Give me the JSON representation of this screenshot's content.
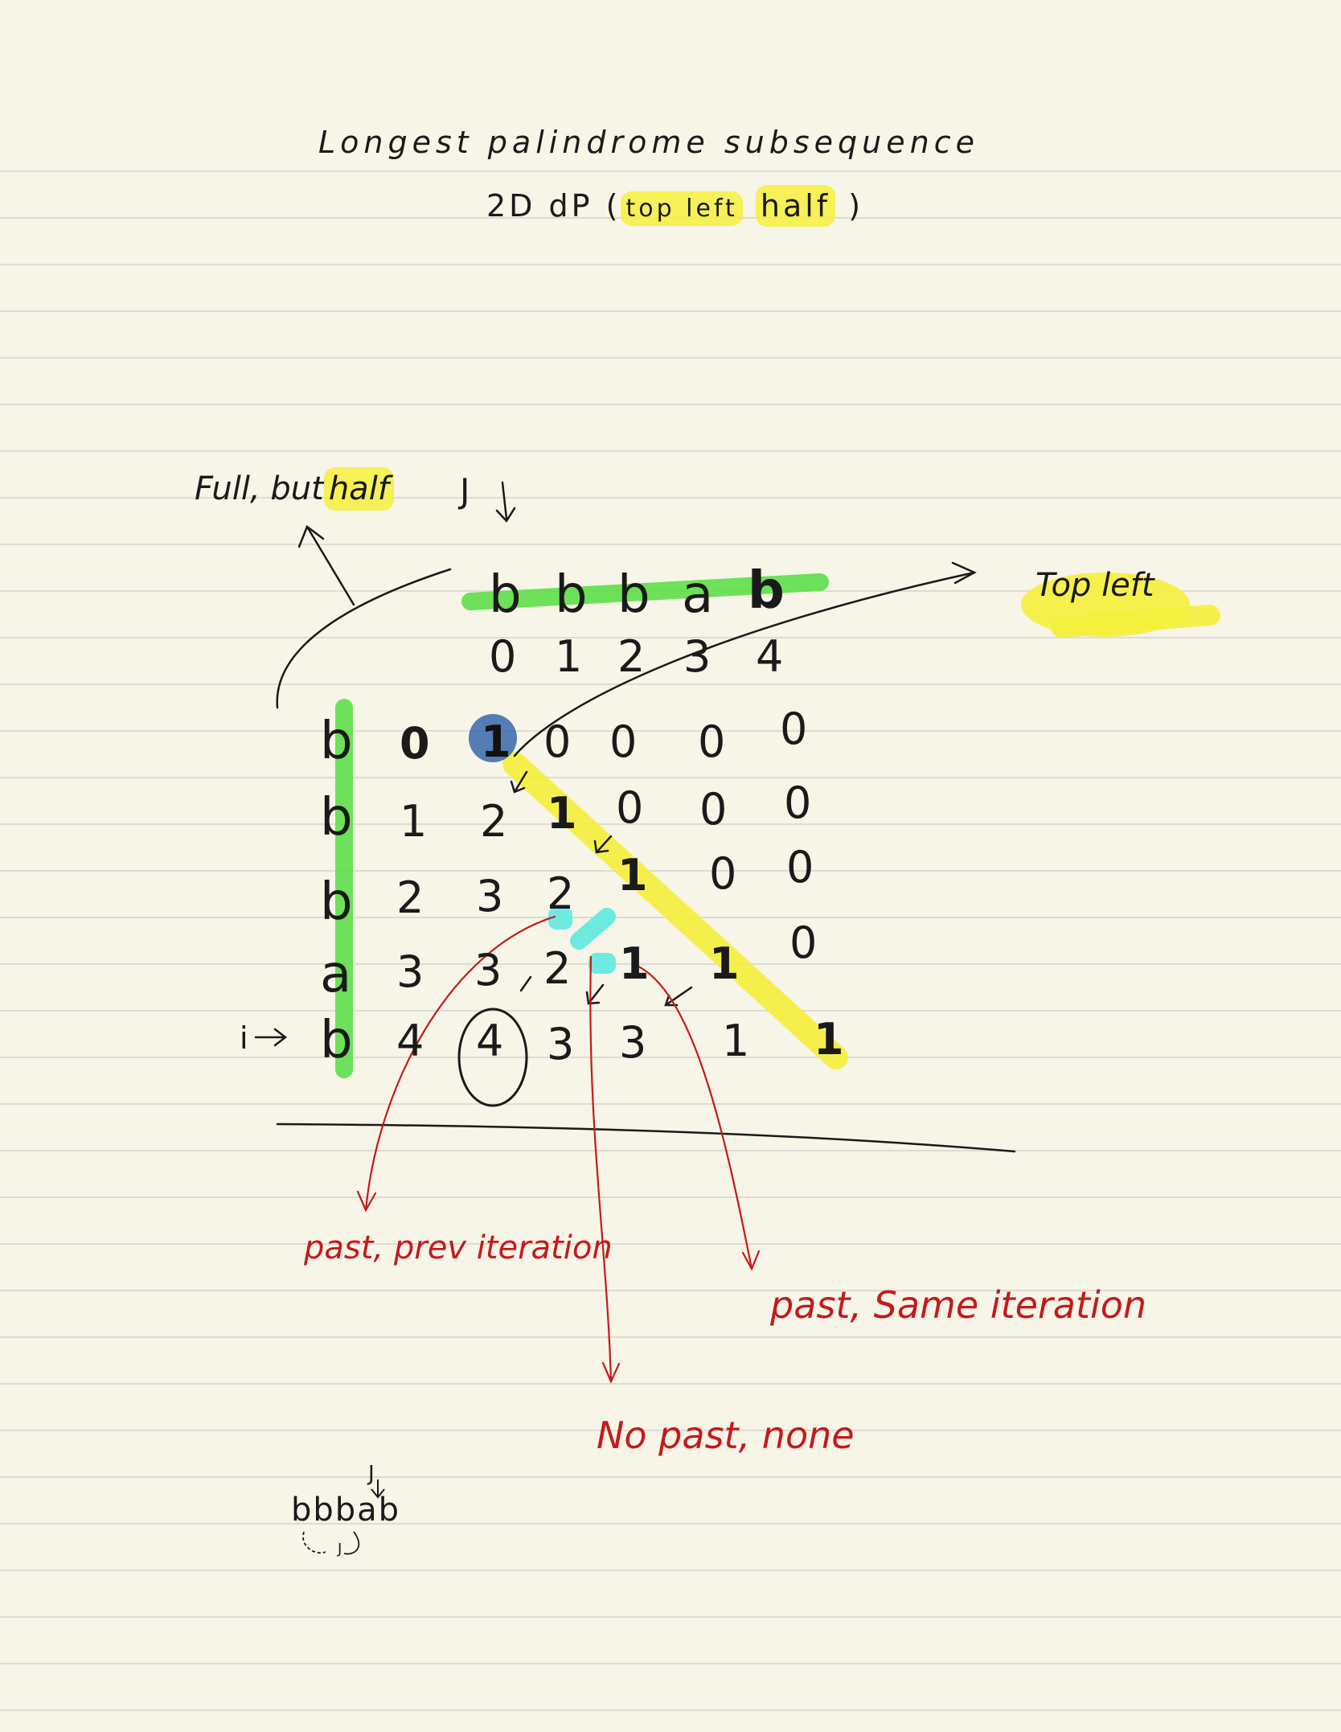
{
  "title": "Longest palindrome subsequence",
  "subtitle_prefix": "2D dP (",
  "subtitle_top_left": "top left",
  "subtitle_half": "half",
  "subtitle_suffix": ")",
  "note_full_but": "Full, but",
  "note_half": "half",
  "top_left_label": "Top left",
  "j_marker": "J",
  "i_marker": "i",
  "column_letters": [
    "b",
    "b",
    "b",
    "a",
    "b"
  ],
  "column_indices": [
    "0",
    "1",
    "2",
    "3",
    "4"
  ],
  "row_letters": [
    "b",
    "b",
    "b",
    "a",
    "b"
  ],
  "row_indices": [
    "0",
    "1",
    "2",
    "3",
    "4"
  ],
  "grid": [
    [
      "1",
      "0",
      "0",
      "0",
      "0"
    ],
    [
      "2",
      "1",
      "0",
      "0",
      "0"
    ],
    [
      "3",
      "2",
      "1",
      "0",
      "0"
    ],
    [
      "3",
      "2",
      "1",
      "1",
      "0"
    ],
    [
      "4",
      "3",
      "3",
      "1",
      "1"
    ]
  ],
  "annotations": {
    "past_prev_iteration": "past, prev iteration",
    "past_same_iteration": "past, Same iteration",
    "no_past_none": "No past, none"
  },
  "bottom_example": {
    "string": "bbbab",
    "j_label": "J",
    "arc_label": "J"
  },
  "colors": {
    "paper": "#f7f4e8",
    "ruled_line": "#d6d4ca",
    "ink": "#1a1a1a",
    "red_ink": "#c41a1a",
    "green_highlight": "#5ee04a",
    "yellow_highlight": "#f5ef3c",
    "cyan_highlight": "#5fe9e0",
    "blue_highlight": "#2a5ea8"
  }
}
